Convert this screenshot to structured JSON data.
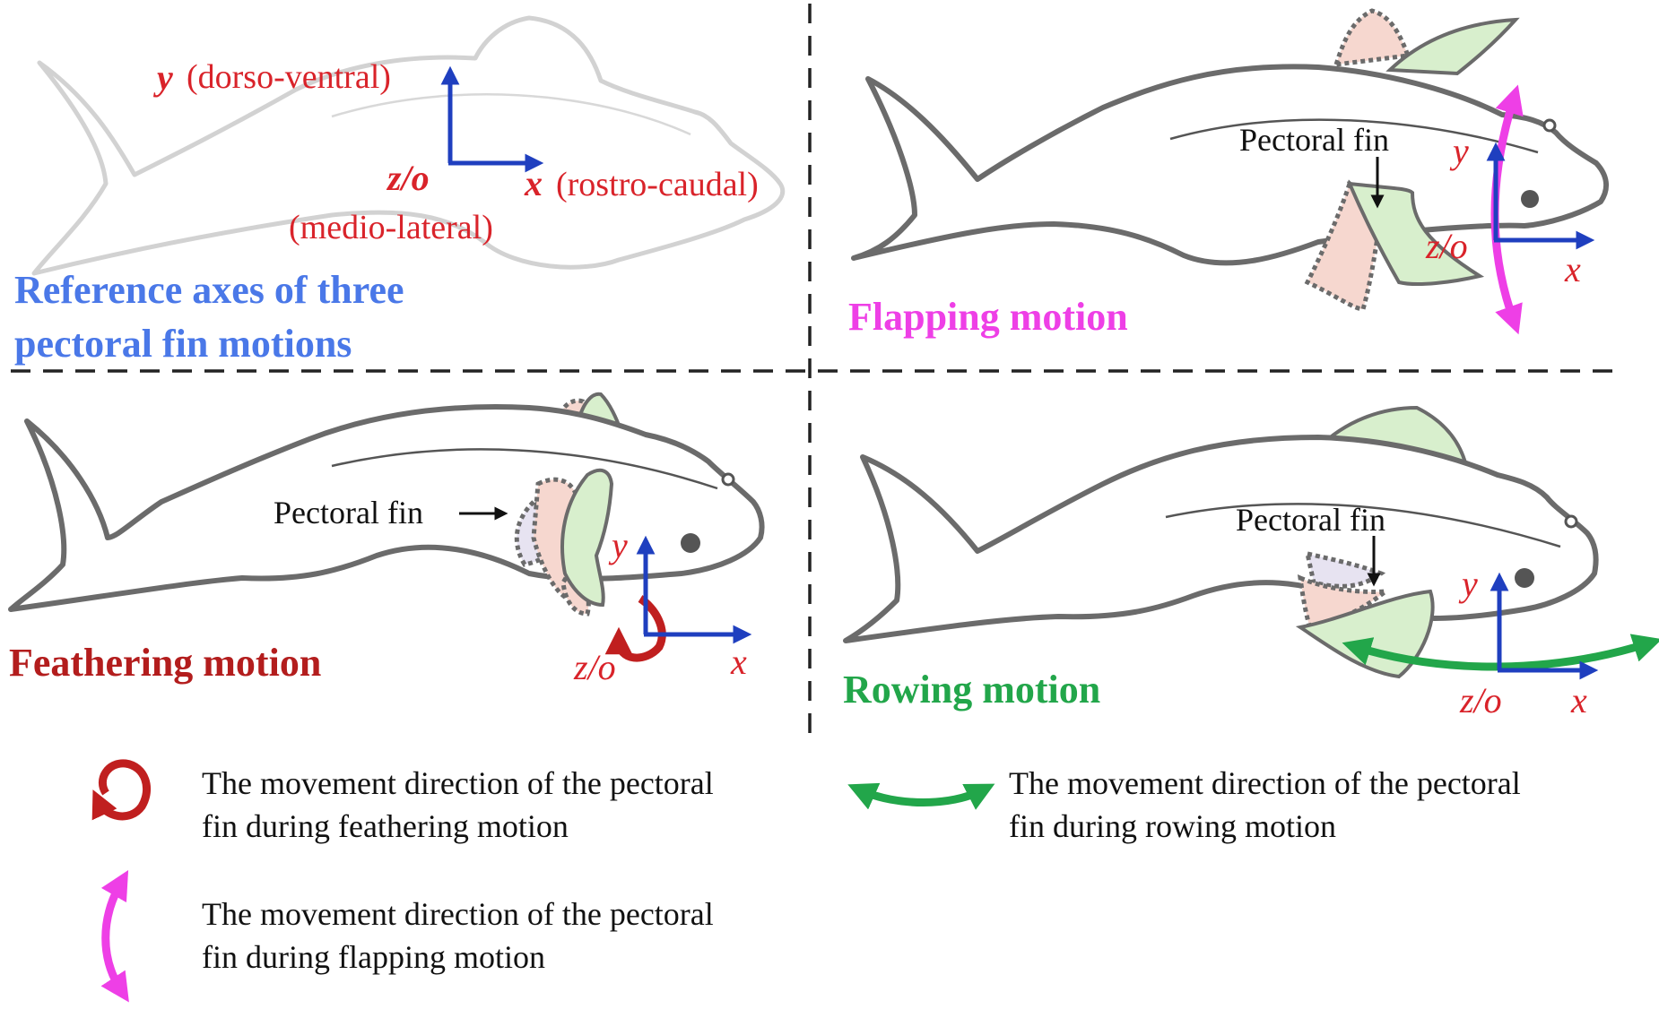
{
  "panels": {
    "reference": {
      "axis_y": "y",
      "axis_y_desc": "(dorso-ventral)",
      "axis_z": "z/o",
      "axis_z_desc": "(medio-lateral)",
      "axis_x": "x",
      "axis_x_desc": "(rostro-caudal)",
      "title_line1": "Reference axes of three",
      "title_line2": "pectoral fin motions",
      "title_color": "#4a78e8"
    },
    "flapping": {
      "fin_label": "Pectoral fin",
      "axis_y": "y",
      "axis_z": "z/o",
      "axis_x": "x",
      "title": "Flapping motion",
      "title_color": "#ee3fe6"
    },
    "feathering": {
      "fin_label": "Pectoral fin",
      "axis_y": "y",
      "axis_z": "z/o",
      "axis_x": "x",
      "title": "Feathering motion",
      "title_color": "#b31d1d"
    },
    "rowing": {
      "fin_label": "Pectoral fin",
      "axis_y": "y",
      "axis_z": "z/o",
      "axis_x": "x",
      "title": "Rowing motion",
      "title_color": "#22a64a"
    }
  },
  "legend": {
    "feathering_line1": "The movement direction of the pectoral",
    "feathering_line2": "fin during feathering motion",
    "rowing_line1": "The movement direction of the pectoral",
    "rowing_line2": "fin during rowing motion",
    "flapping_line1": "The movement direction of the pectoral",
    "flapping_line2": "fin during flapping motion"
  },
  "colors": {
    "axis": "#1f3fbf",
    "label_red": "#d9232a",
    "feathering_arrow": "#c01f1f",
    "flapping_arrow": "#ee3fe6",
    "rowing_arrow": "#22a64a"
  },
  "icons": [
    "fish-outline",
    "pectoral-fin",
    "axis-arrows",
    "circular-arrow",
    "double-arrow"
  ]
}
